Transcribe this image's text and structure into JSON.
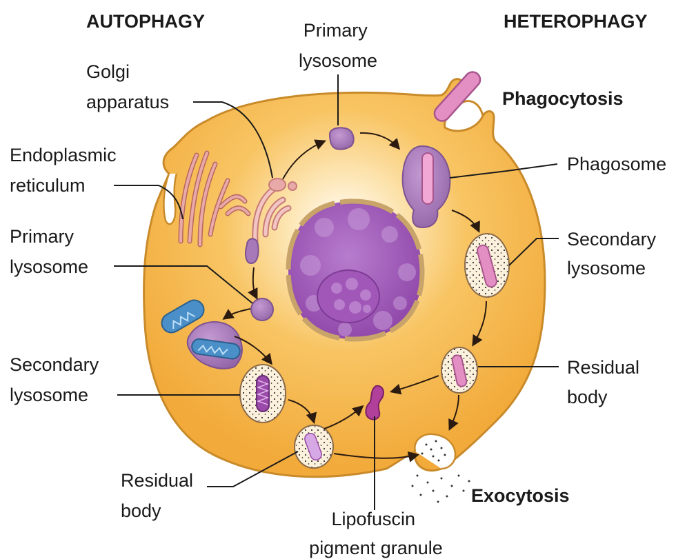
{
  "headers": {
    "left": "AUTOPHAGY",
    "right": "HETEROPHAGY"
  },
  "labels": {
    "primary_lysosome_top": [
      "Primary",
      "lysosome"
    ],
    "golgi": [
      "Golgi",
      "apparatus"
    ],
    "endoplasmic_reticulum": [
      "Endoplasmic",
      "reticulum"
    ],
    "primary_lysosome_left": [
      "Primary",
      "lysosome"
    ],
    "secondary_lysosome_left": [
      "Secondary",
      "lysosome"
    ],
    "residual_body_left": [
      "Residual",
      "body"
    ],
    "lipofuscin": [
      "Lipofuscin",
      "pigment granule"
    ],
    "phagocytosis": "Phagocytosis",
    "phagosome": "Phagosome",
    "secondary_lysosome_right": [
      "Secondary",
      "lysosome"
    ],
    "residual_body_right": [
      "Residual",
      "body"
    ],
    "exocytosis": "Exocytosis"
  },
  "colors": {
    "cytoplasm": "#f6b848",
    "cytoplasm_edge": "#c98a2a",
    "lysosome": "#a779b8",
    "nucleus": "#9b55b5",
    "golgi": "#e8aaa8",
    "mitochondrion": "#4a8fc8",
    "phagocytosed_particle": "#e48fc4",
    "lipofuscin": "#b0409a"
  },
  "icons": [
    "cell-icon",
    "nucleus-icon",
    "golgi-icon",
    "endoplasmic-reticulum-icon",
    "mitochondrion-icon",
    "lysosome-icon",
    "phagosome-icon",
    "arrow-icon"
  ]
}
